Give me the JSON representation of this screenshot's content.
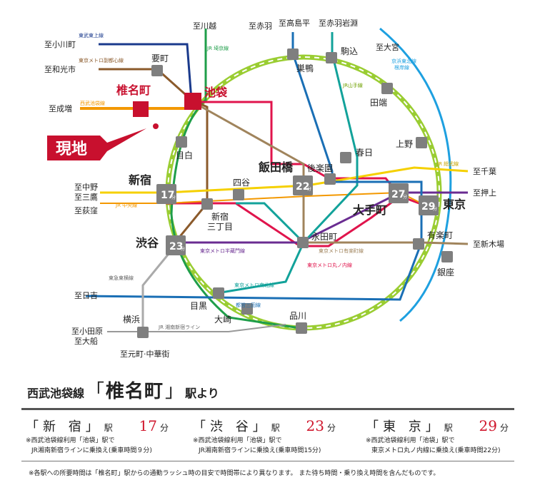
{
  "map": {
    "current_location": "現地",
    "home_station": "椎名町",
    "stations": {
      "ikebukuro": "池袋",
      "kanamecho": "要町",
      "mejiro": "目白",
      "shinjuku": "新宿",
      "shibuya": "渋谷",
      "yotsuya": "四谷",
      "shinjuku_sanchome": "新宿\n三丁目",
      "iidabashi": "飯田橋",
      "korakuen": "後楽園",
      "kasuga": "春日",
      "sugamo": "巣鴨",
      "komagome": "駒込",
      "tabata": "田端",
      "ueno": "上野",
      "otemachi": "大手町",
      "tokyo": "東京",
      "yurakucho": "有楽町",
      "ginza": "銀座",
      "nagatacho": "永田町",
      "meguro": "目黒",
      "osaki": "大崎",
      "shinagawa": "品川",
      "yokohama": "横浜"
    },
    "destinations": {
      "ogawamachi": "至小川町",
      "wakoshi": "至和光市",
      "narimasu": "至成増",
      "kawagoe": "至川越",
      "akabane": "至赤羽",
      "takashimadaira": "至高島平",
      "akabaneiwabuchi": "至赤羽岩淵",
      "omiya": "至大宮",
      "nakano": "至中野",
      "mitaka": "至三鷹",
      "ogikubo": "至荻窪",
      "chiba": "至千葉",
      "oshiage": "至押上",
      "shinkiba": "至新木場",
      "hiyoshi": "至日吉",
      "odawara": "至小田原",
      "ofuna": "至大船",
      "motomachi": "至元町·中華街"
    },
    "minutes": {
      "shinjuku": "17",
      "iidabashi": "22",
      "shibuya": "23",
      "otemachi": "27",
      "tokyo": "29",
      "fun": "分"
    },
    "lines": {
      "tobu_tojo": "東武東上線",
      "fukutoshin": "東京メトロ副都心線",
      "seibu_ikebukuro": "西武池袋線",
      "saikyo": "JR 埼京線",
      "yamanote": "JR山手線",
      "keihin_tohoku": "京浜東北線\n根岸線",
      "sobu": "JR 総武線",
      "chuo": "JR 中央線",
      "hanzomon": "東京メトロ半蔵門線",
      "yurakucho": "東京メトロ有楽町線",
      "marunouchi": "東京メトロ丸ノ内線",
      "namboku": "東京メトロ南北線",
      "mita": "都営三田線",
      "toyoko": "東急東横線",
      "shonan_shinjuku": "JR 湘南新宿ライン"
    },
    "colors": {
      "tobu_tojo": "#1a3a8c",
      "fukutoshin": "#8b5a2b",
      "seibu_ikebukuro": "#f39800",
      "saikyo": "#1f9e4a",
      "yamanote": "#9acd32",
      "keihin_tohoku": "#1ea0e0",
      "sobu": "#f5d000",
      "chuo": "#f39800",
      "hanzomon": "#6a2c91",
      "yurakucho": "#a0845c",
      "marunouchi": "#e0144c",
      "namboku": "#12a29a",
      "mita": "#1a6fb5",
      "toyoko": "#aaaaaa",
      "shonan": "#888888",
      "station_fill": "#7f7f7f",
      "highlight": "#c8102e"
    }
  },
  "summary": {
    "prefix": "西武池袋線",
    "open_bracket": "「",
    "station": "椎名町",
    "close_bracket": "」",
    "suffix": "駅より",
    "items": [
      {
        "open": "「",
        "name": "新 宿",
        "close": "」",
        "eki": "駅",
        "minutes": "17",
        "fun": "分",
        "note1": "※西武池袋線利用「池袋」駅で",
        "note2": "JR湘南新宿ラインに乗換え(乗車時間９分)"
      },
      {
        "open": "「",
        "name": "渋 谷",
        "close": "」",
        "eki": "駅",
        "minutes": "23",
        "fun": "分",
        "note1": "※西武池袋線利用「池袋」駅で",
        "note2": "JR湘南新宿ラインに乗換え(乗車時間15分)"
      },
      {
        "open": "「",
        "name": "東 京",
        "close": "」",
        "eki": "駅",
        "minutes": "29",
        "fun": "分",
        "note1": "※西武池袋線利用「池袋」駅で",
        "note2": "東京メトロ丸ノ内線に乗換え(乗車時間22分)"
      }
    ],
    "footnote": "※各駅への所要時間は「椎名町」駅からの通勤ラッシュ時の目安で時間帯により異なります。 また待ち時間・乗り換え時間を含んだものです。"
  }
}
